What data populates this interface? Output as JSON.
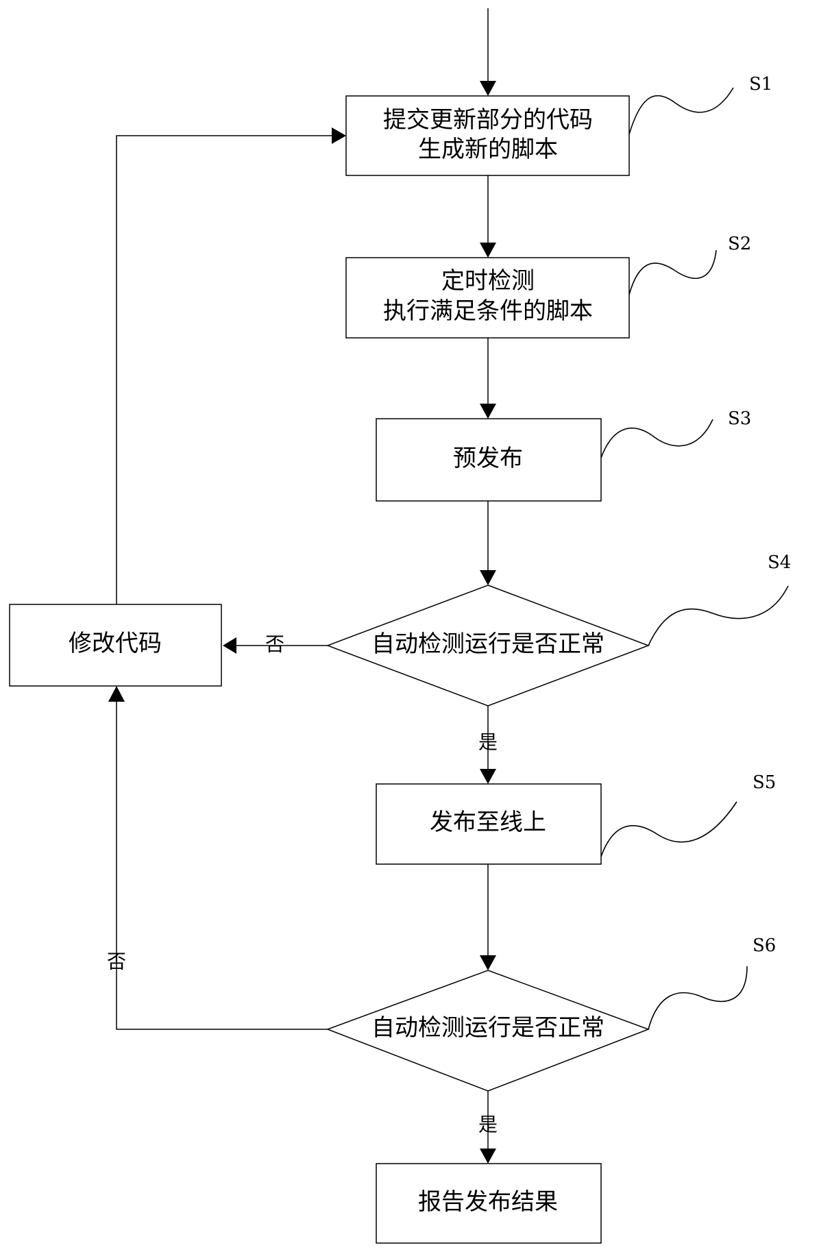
{
  "nodes": {
    "s1": {
      "lines": [
        "提交更新部分的代码",
        "生成新的脚本"
      ],
      "step": "S1"
    },
    "s2": {
      "lines": [
        "定时检测",
        "执行满足条件的脚本"
      ],
      "step": "S2"
    },
    "s3": {
      "lines": [
        "预发布"
      ],
      "step": "S3"
    },
    "s4": {
      "lines": [
        "自动检测运行是否正常"
      ],
      "step": "S4"
    },
    "s5": {
      "lines": [
        "发布至线上"
      ],
      "step": "S5"
    },
    "s6": {
      "lines": [
        "自动检测运行是否正常"
      ],
      "step": "S6"
    },
    "modify": {
      "lines": [
        "修改代码"
      ]
    },
    "report": {
      "lines": [
        "报告发布结果"
      ]
    }
  },
  "edges": {
    "s4_no": "否",
    "s4_yes": "是",
    "s6_no": "否",
    "s6_yes": "是"
  }
}
